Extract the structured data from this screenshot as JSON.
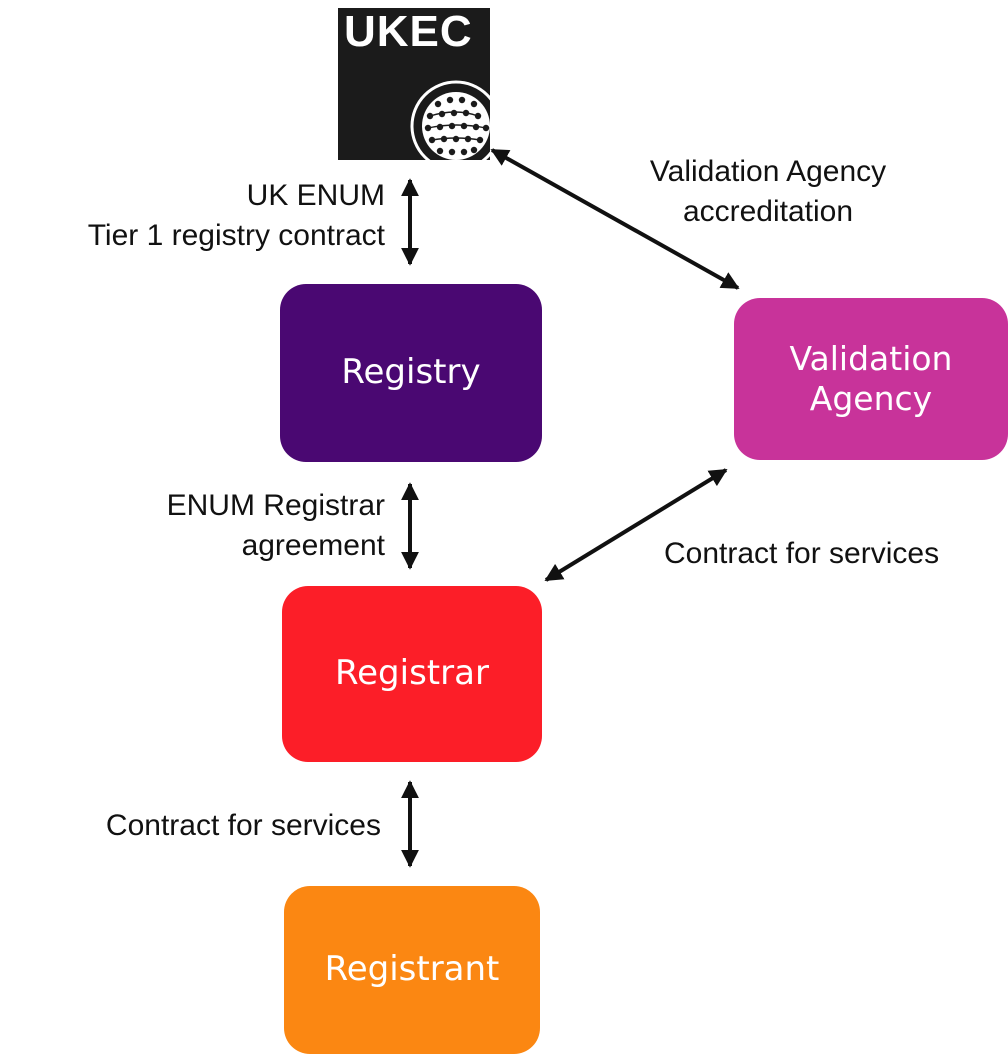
{
  "logo": {
    "text": "UKEC"
  },
  "nodes": {
    "registry": {
      "label": "Registry",
      "color": "#4a0872"
    },
    "validation_agency": {
      "line1": "Validation",
      "line2": "Agency",
      "color": "#c8339a"
    },
    "registrar": {
      "label": "Registrar",
      "color": "#fc1e28"
    },
    "registrant": {
      "label": "Registrant",
      "color": "#fb8712"
    }
  },
  "labels": {
    "ukec_registry": {
      "line1": "UK ENUM",
      "line2": "Tier 1 registry contract"
    },
    "registry_registrar": {
      "line1": "ENUM Registrar",
      "line2": "agreement"
    },
    "registrar_registrant": "Contract for services",
    "ukec_validation": {
      "line1": "Validation Agency",
      "line2": "accreditation"
    },
    "validation_registrar": "Contract for services"
  },
  "connectors": {
    "color": "#111111",
    "style": "double-headed arrow"
  }
}
